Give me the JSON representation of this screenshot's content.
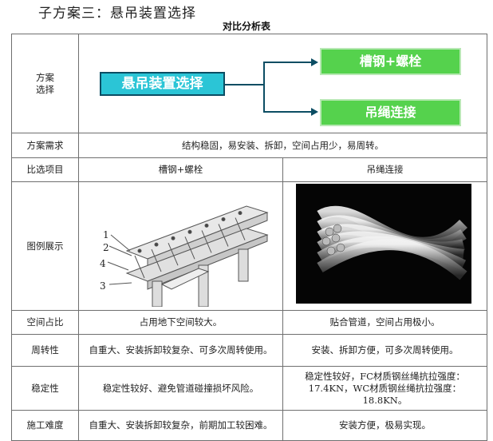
{
  "heading": "子方案三：悬吊装置选择",
  "caption": "对比分析表",
  "diagram": {
    "row_label": "方案\n选择",
    "root": "悬吊装置选择",
    "options": [
      "槽钢+螺栓",
      "吊绳连接"
    ],
    "colors": {
      "root_fill": "#2bc5d6",
      "root_border": "#0b4d63",
      "option_fill": "#55d24d",
      "arrow": "#0b4d63"
    }
  },
  "requirement": {
    "label": "方案需求",
    "text": "结构稳固，易安装、拆卸，空间占用少，易周转。"
  },
  "compare_header": {
    "label": "比选项目",
    "a": "槽钢+螺栓",
    "b": "吊绳连接"
  },
  "illustration": {
    "label": "图例展示",
    "callouts": [
      "1",
      "2",
      "4",
      "3"
    ]
  },
  "rows": [
    {
      "label": "空间占比",
      "a": "占用地下空间较大。",
      "b": "贴合管道，空间占用极小。"
    },
    {
      "label": "周转性",
      "a": "自重大、安装拆卸较复杂、可多次周转使用。",
      "b": "安装、拆卸方便，可多次周转使用。"
    },
    {
      "label": "稳定性",
      "a": "稳定性较好、避免管道碰撞损坏风险。",
      "b": "稳定性较好，FC材质钢丝绳抗拉强度：17.4KN，WC材质钢丝绳抗拉强度：18.8KN。"
    },
    {
      "label": "施工难度",
      "a": "自重大、安装拆卸较复杂，前期加工较困难。",
      "b": "安装方便，极易实现。"
    }
  ]
}
